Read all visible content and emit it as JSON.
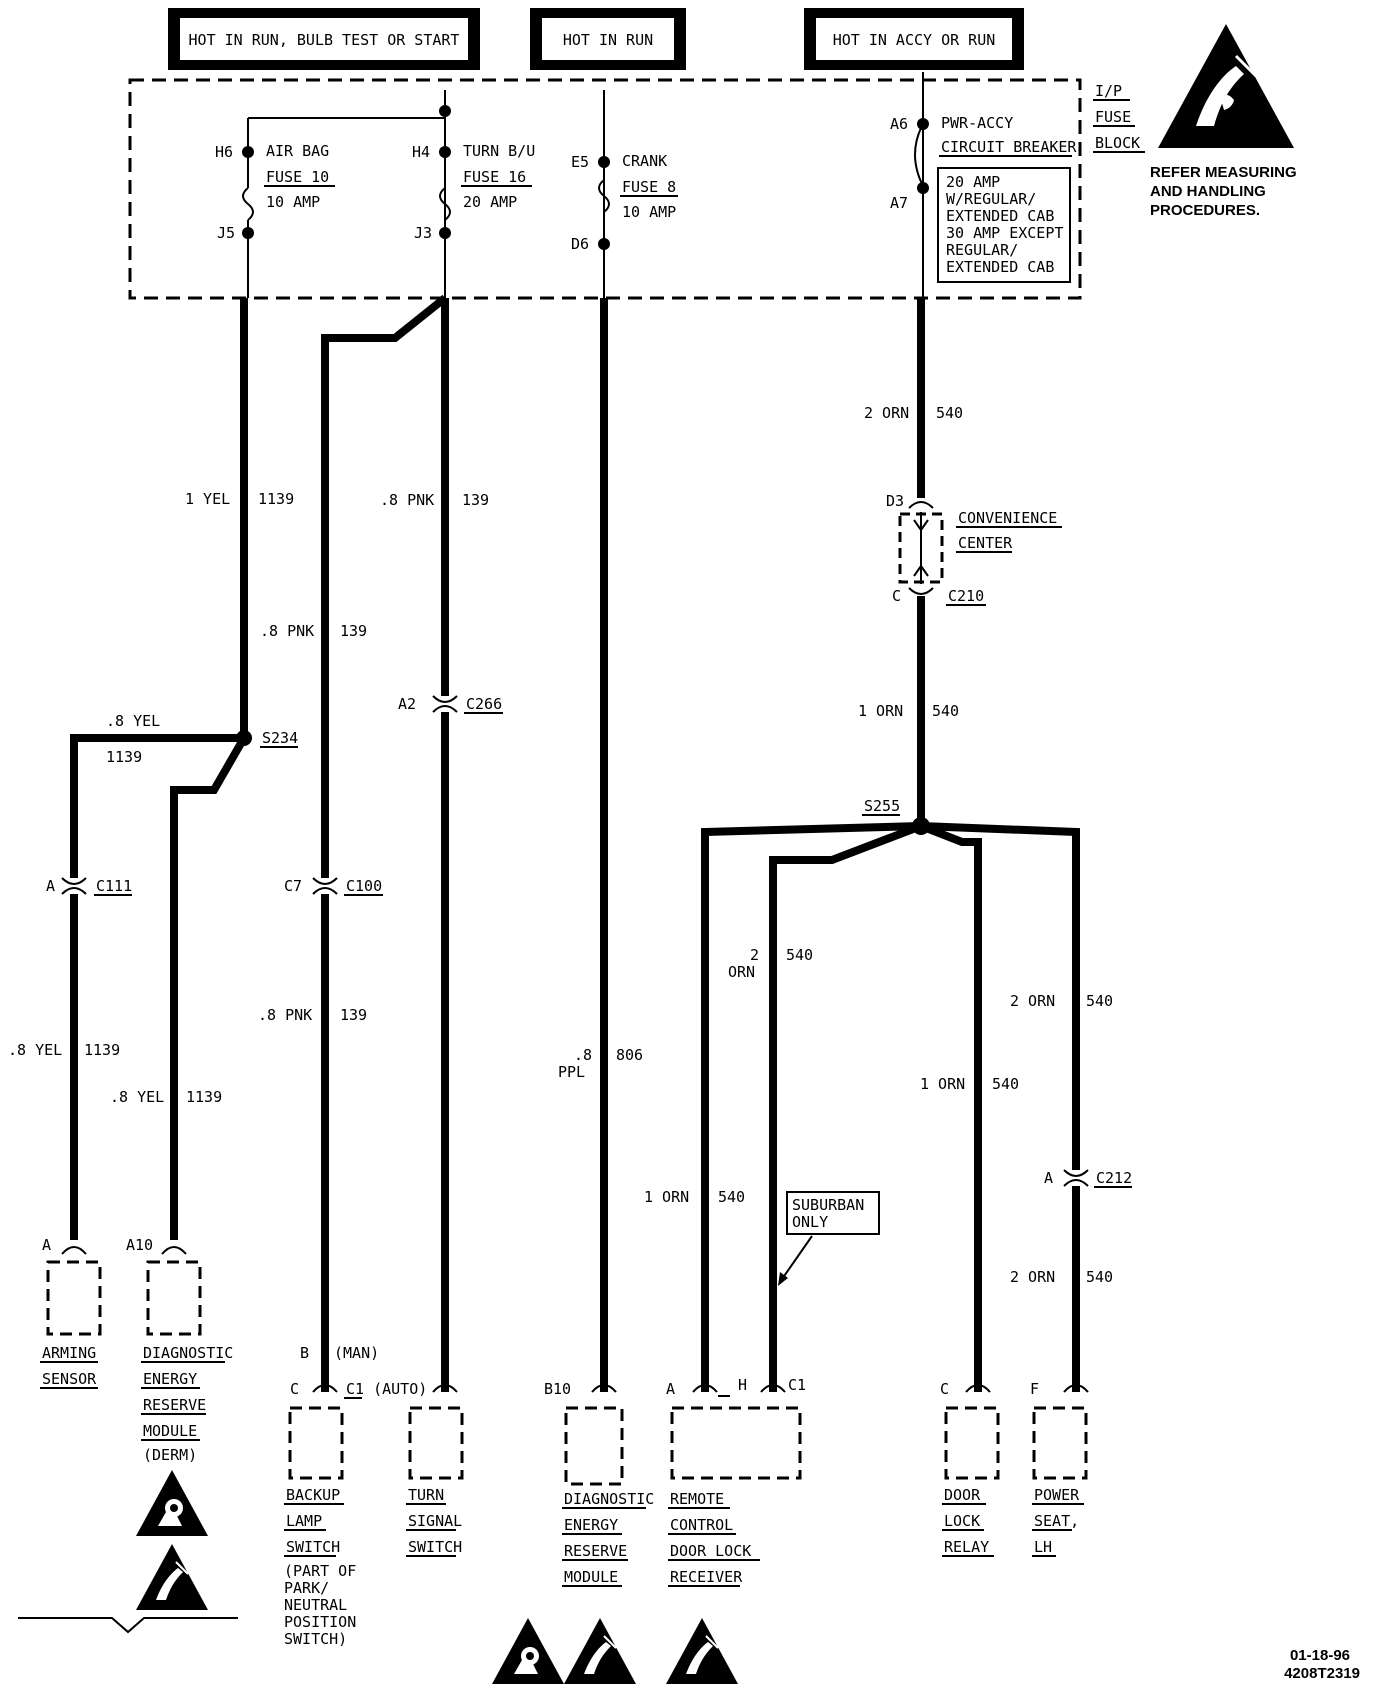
{
  "headers": {
    "run_bulb_start": "HOT IN RUN, BULB TEST OR START",
    "run": "HOT IN RUN",
    "accy_run": "HOT IN ACCY OR RUN"
  },
  "fuse_block": {
    "label_line1": "I/P",
    "label_line2": "FUSE",
    "label_line3": "BLOCK",
    "airbag": {
      "in": "H6",
      "out": "J5",
      "name": "AIR BAG",
      "fuse": "FUSE 10",
      "rating": "10 AMP"
    },
    "turn": {
      "in": "H4",
      "out": "J3",
      "name": "TURN B/U",
      "fuse": "FUSE 16",
      "rating": "20 AMP"
    },
    "crank": {
      "in": "E5",
      "out": "D6",
      "name": "CRANK",
      "fuse": "FUSE 8",
      "rating": "10 AMP"
    },
    "pwr": {
      "in": "A6",
      "out": "A7",
      "name": "PWR-ACCY",
      "type": "CIRCUIT BREAKER",
      "note": [
        "20 AMP",
        "W/REGULAR/",
        "EXTENDED CAB",
        "30 AMP EXCEPT",
        "REGULAR/",
        "EXTENDED CAB"
      ]
    }
  },
  "esd_note": [
    "REFER MEASURING",
    "AND HANDLING",
    "PROCEDURES."
  ],
  "wires": {
    "w1139_top": {
      "size": "1 YEL",
      "circuit": "1139"
    },
    "w139_top": {
      "size": ".8 PNK",
      "circuit": "139"
    },
    "w139_mid": {
      "size": ".8 PNK",
      "circuit": "139"
    },
    "w1139_s": {
      "size": ".8 YEL",
      "circuit": "1139"
    },
    "w1139_arm": {
      "size": ".8 YEL",
      "circuit": "1139"
    },
    "w1139_derm": {
      "size": ".8 YEL",
      "circuit": "1139"
    },
    "w139_low": {
      "size": ".8 PNK",
      "circuit": "139"
    },
    "w806_a": ".8",
    "w806_b": "PPL",
    "w806_c": "806",
    "w540_top": {
      "size": "2 ORN",
      "circuit": "540"
    },
    "w540_mid": {
      "size": "1 ORN",
      "circuit": "540"
    },
    "w540_sub": {
      "size_a": "2",
      "size_b": "ORN",
      "circuit": "540"
    },
    "w540_rcdl": {
      "size": "1 ORN",
      "circuit": "540"
    },
    "w540_door": {
      "size": "1 ORN",
      "circuit": "540"
    },
    "w540_seat1": {
      "size": "2 ORN",
      "circuit": "540"
    },
    "w540_seat2": {
      "size": "2 ORN",
      "circuit": "540"
    }
  },
  "connectors": {
    "c266": {
      "pin": "A2",
      "name": "C266"
    },
    "c111": {
      "pin": "A",
      "name": "C111"
    },
    "c100": {
      "pin": "C7",
      "name": "C100"
    },
    "c210": {
      "pin_top": "D3",
      "pin_bot": "C",
      "name": "C210"
    },
    "c212": {
      "pin": "A",
      "name": "C212"
    }
  },
  "splices": {
    "s234": "S234",
    "s255": "S255"
  },
  "convenience_center": [
    "CONVENIENCE",
    "CENTER"
  ],
  "suburban_note": [
    "SUBURBAN",
    "ONLY"
  ],
  "components": {
    "arming": {
      "pin": "A",
      "lines": [
        "ARMING",
        "SENSOR"
      ]
    },
    "derm": {
      "pin": "A10",
      "lines": [
        "DIAGNOSTIC",
        "ENERGY",
        "RESERVE",
        "MODULE"
      ],
      "extra": "(DERM)"
    },
    "backup": {
      "pin_b": "B",
      "pin_b_note": "(MAN)",
      "pin_c": "C",
      "lines": [
        "BACKUP",
        "LAMP",
        "SWITCH"
      ],
      "extra": [
        "(PART OF",
        "PARK/",
        "NEUTRAL",
        "POSITION",
        "SWITCH)"
      ]
    },
    "turnsw": {
      "pin": "C1 (AUTO)",
      "lines": [
        "TURN",
        "SIGNAL",
        "SWITCH"
      ]
    },
    "dermb": {
      "pin": "B10",
      "lines": [
        "DIAGNOSTIC",
        "ENERGY",
        "RESERVE",
        "MODULE"
      ]
    },
    "rcdl": {
      "pin_a": "A",
      "pin_h": "H",
      "pin_c1": "C1",
      "lines": [
        "REMOTE",
        "CONTROL",
        "DOOR LOCK",
        "RECEIVER"
      ]
    },
    "doorlock": {
      "pin": "C",
      "lines": [
        "DOOR",
        "LOCK",
        "RELAY"
      ]
    },
    "seat": {
      "pin": "F",
      "lines": [
        "POWER",
        "SEAT,",
        "LH"
      ]
    }
  },
  "footer": {
    "date": "01-18-96",
    "code": "4208T2319"
  },
  "icons": [
    "esd-warning-icon",
    "airbag-warning-icon"
  ]
}
